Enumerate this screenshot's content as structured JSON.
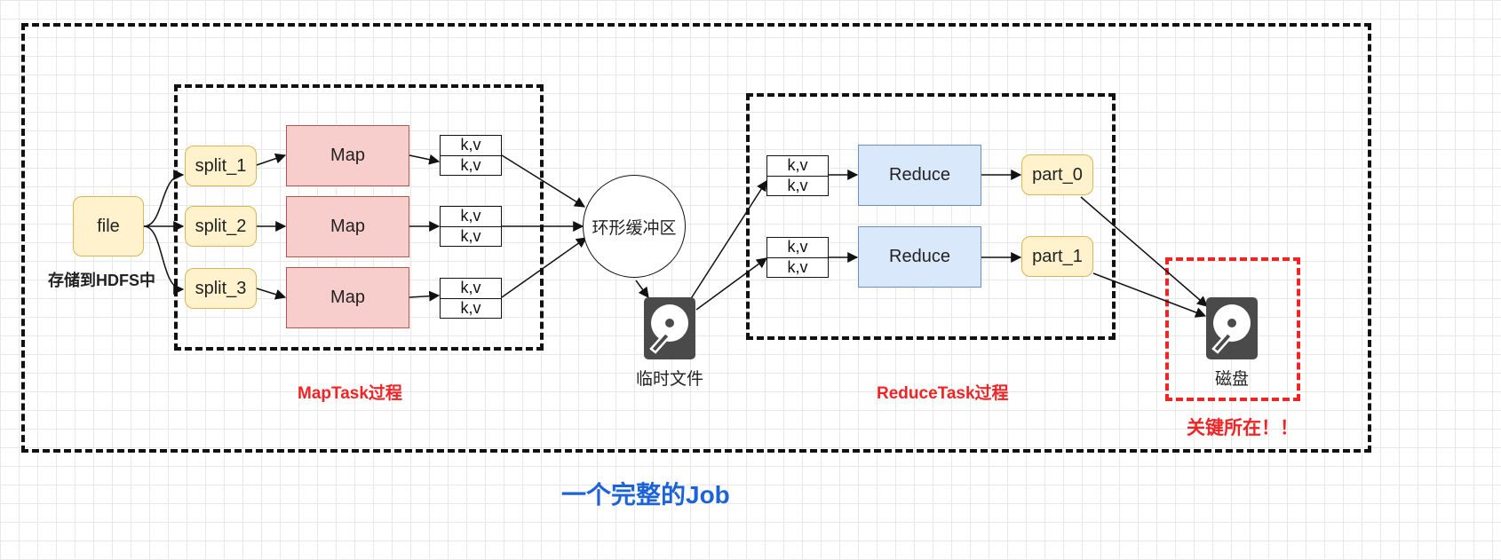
{
  "colors": {
    "yellow_fill": "#fff2cc",
    "map_fill": "#f8cecc",
    "reduce_fill": "#dae8fc",
    "highlight_red": "#f02424",
    "title_blue": "#1d63d8"
  },
  "source": {
    "file": "file",
    "caption": "存储到HDFS中"
  },
  "splits": [
    "split_1",
    "split_2",
    "split_3"
  ],
  "maps": [
    "Map",
    "Map",
    "Map"
  ],
  "kv": {
    "top": "k,v",
    "bottom": "k,v"
  },
  "buffer": {
    "label": "环形缓冲区"
  },
  "temp_file": {
    "icon": "hard-disk-icon",
    "label": "临时文件"
  },
  "reduces": [
    "Reduce",
    "Reduce"
  ],
  "parts": [
    "part_0",
    "part_1"
  ],
  "disk": {
    "icon": "hard-disk-icon",
    "label": "磁盘"
  },
  "sections": {
    "map_task": "MapTask过程",
    "reduce_task": "ReduceTask过程"
  },
  "key_note": "关键所在！！",
  "title": "一个完整的Job"
}
